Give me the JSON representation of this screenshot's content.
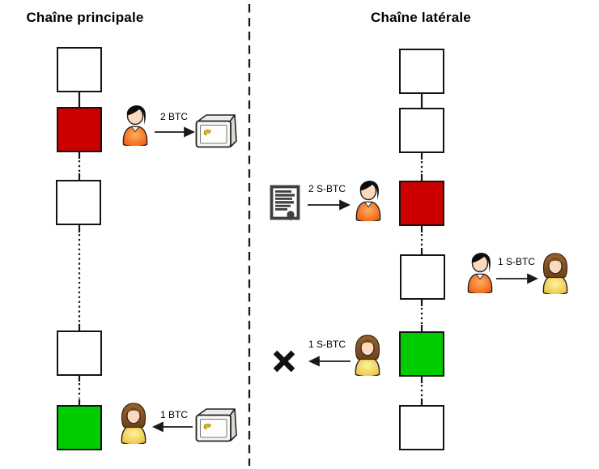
{
  "diagram": {
    "type": "bitcoin-sidechain-two-way-peg",
    "separator": "dashed-vertical-line"
  },
  "colors": {
    "block_red": "#cc0000",
    "block_green": "#00cc00",
    "block_white": "#ffffff",
    "outline": "#141414"
  },
  "main_chain": {
    "title": "Chaîne principale",
    "blocks": [
      {
        "color": "#ffffff"
      },
      {
        "color": "#cc0000"
      },
      {
        "color": "#ffffff"
      },
      {
        "color": "#ffffff"
      },
      {
        "color": "#00cc00"
      }
    ],
    "transactions": [
      {
        "amount": "2 BTC",
        "from": "user-man",
        "to": "safe",
        "direction": "right"
      },
      {
        "amount": "1 BTC",
        "from": "safe",
        "to": "user-woman",
        "direction": "left"
      }
    ]
  },
  "side_chain": {
    "title": "Chaîne latérale",
    "blocks": [
      {
        "color": "#ffffff"
      },
      {
        "color": "#ffffff"
      },
      {
        "color": "#cc0000"
      },
      {
        "color": "#ffffff"
      },
      {
        "color": "#00cc00"
      },
      {
        "color": "#ffffff"
      }
    ],
    "transactions": [
      {
        "amount": "2 S-BTC",
        "from": "certificate",
        "to": "user-man",
        "direction": "right"
      },
      {
        "amount": "1 S-BTC",
        "from": "user-man",
        "to": "user-woman",
        "direction": "right"
      },
      {
        "amount": "1 S-BTC",
        "from": "user-woman",
        "to": "destroyed-x",
        "direction": "left"
      }
    ]
  }
}
